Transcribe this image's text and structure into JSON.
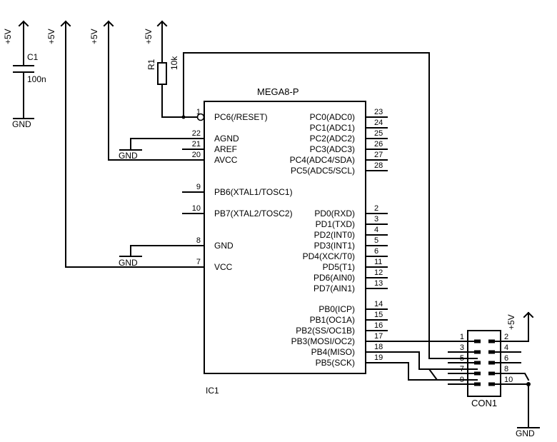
{
  "ic": {
    "part": "MEGA8-P",
    "ref": "IC1",
    "left_pins": [
      {
        "num": "1",
        "name": "PC6(/RESET)"
      },
      {
        "num": "22",
        "name": "AGND"
      },
      {
        "num": "21",
        "name": "AREF"
      },
      {
        "num": "20",
        "name": "AVCC"
      },
      {
        "num": "9",
        "name": "PB6(XTAL1/TOSC1)"
      },
      {
        "num": "10",
        "name": "PB7(XTAL2/TOSC2)"
      },
      {
        "num": "8",
        "name": "GND"
      },
      {
        "num": "7",
        "name": "VCC"
      }
    ],
    "right_pins": [
      {
        "num": "23",
        "name": "PC0(ADC0)"
      },
      {
        "num": "24",
        "name": "PC1(ADC1)"
      },
      {
        "num": "25",
        "name": "PC2(ADC2)"
      },
      {
        "num": "26",
        "name": "PC3(ADC3)"
      },
      {
        "num": "27",
        "name": "PC4(ADC4/SDA)"
      },
      {
        "num": "28",
        "name": "PC5(ADC5/SCL)"
      },
      {
        "num": "2",
        "name": "PD0(RXD)"
      },
      {
        "num": "3",
        "name": "PD1(TXD)"
      },
      {
        "num": "4",
        "name": "PD2(INT0)"
      },
      {
        "num": "5",
        "name": "PD3(INT1)"
      },
      {
        "num": "6",
        "name": "PD4(XCK/T0)"
      },
      {
        "num": "11",
        "name": "PD5(T1)"
      },
      {
        "num": "12",
        "name": "PD6(AIN0)"
      },
      {
        "num": "13",
        "name": "PD7(AIN1)"
      },
      {
        "num": "14",
        "name": "PB0(ICP)"
      },
      {
        "num": "15",
        "name": "PB1(OC1A)"
      },
      {
        "num": "16",
        "name": "PB2(SS/OC1B)"
      },
      {
        "num": "17",
        "name": "PB3(MOSI/OC2)"
      },
      {
        "num": "18",
        "name": "PB4(MISO)"
      },
      {
        "num": "19",
        "name": "PB5(SCK)"
      }
    ]
  },
  "capacitor": {
    "ref": "C1",
    "value": "100n"
  },
  "resistor": {
    "ref": "R1",
    "value": "10k"
  },
  "power_labels": {
    "vcc1": "+5V",
    "vcc2": "+5V",
    "vcc3": "+5V",
    "vcc4": "+5V",
    "vcc5": "+5V",
    "gnd1": "GND",
    "gnd2": "GND",
    "gnd3": "GND",
    "gnd4": "GND"
  },
  "connector": {
    "ref": "CON1",
    "pins_left": [
      "1",
      "3",
      "5",
      "7",
      "9"
    ],
    "pins_right": [
      "2",
      "4",
      "6",
      "8",
      "10"
    ]
  }
}
